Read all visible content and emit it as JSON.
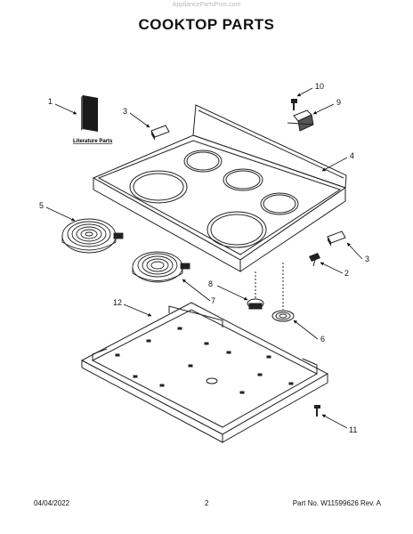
{
  "header": {
    "watermark": "AppliancePartsPros.com",
    "title": "COOKTOP PARTS"
  },
  "callouts": {
    "c1": "1",
    "c2": "2",
    "c3a": "3",
    "c3b": "3",
    "c4": "4",
    "c5": "5",
    "c6": "6",
    "c7": "7",
    "c8": "8",
    "c9": "9",
    "c10": "10",
    "c11": "11",
    "c12": "12"
  },
  "literature_label": "Literature Parts",
  "footer": {
    "date": "04/04/2022",
    "page": "2",
    "part_no": "Part No. W11599626  Rev. A"
  }
}
